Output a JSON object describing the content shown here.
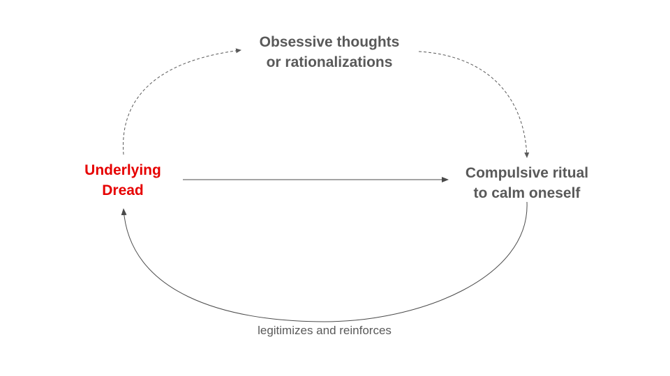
{
  "colors": {
    "text": "#595959",
    "accent": "#e60000",
    "line": "#4a4a4a",
    "dashed_line": "#595959",
    "background": "#ffffff"
  },
  "nodes": {
    "top": {
      "lines": [
        "Obsessive thoughts",
        "or rationalizations"
      ]
    },
    "left": {
      "lines": [
        "Underlying",
        "Dread"
      ]
    },
    "right": {
      "lines": [
        "Compulsive ritual",
        "to calm oneself"
      ]
    }
  },
  "edges": {
    "dread_to_thoughts": {
      "style": "dashed"
    },
    "thoughts_to_ritual": {
      "style": "dashed"
    },
    "dread_to_ritual": {
      "style": "solid"
    },
    "ritual_to_dread": {
      "style": "solid",
      "label": "legitimizes and reinforces"
    }
  }
}
